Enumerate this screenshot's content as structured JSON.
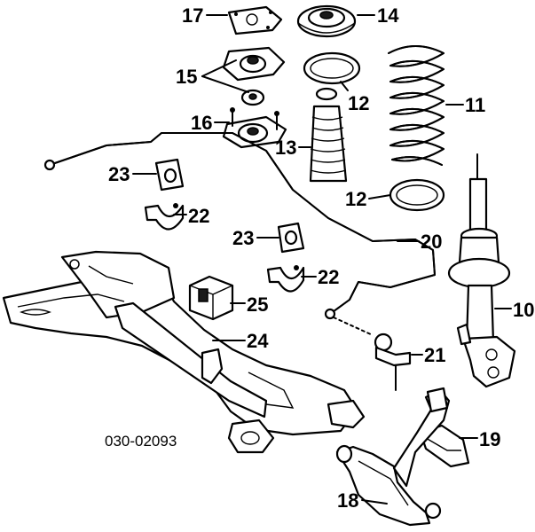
{
  "diagram": {
    "reference_code": "030-02093",
    "callouts": {
      "c10": "10",
      "c11": "11",
      "c12a": "12",
      "c12b": "12",
      "c13": "13",
      "c14": "14",
      "c15": "15",
      "c16": "16",
      "c17": "17",
      "c18": "18",
      "c19": "19",
      "c20": "20",
      "c21": "21",
      "c22a": "22",
      "c22b": "22",
      "c23a": "23",
      "c23b": "23",
      "c24": "24",
      "c25": "25"
    }
  }
}
